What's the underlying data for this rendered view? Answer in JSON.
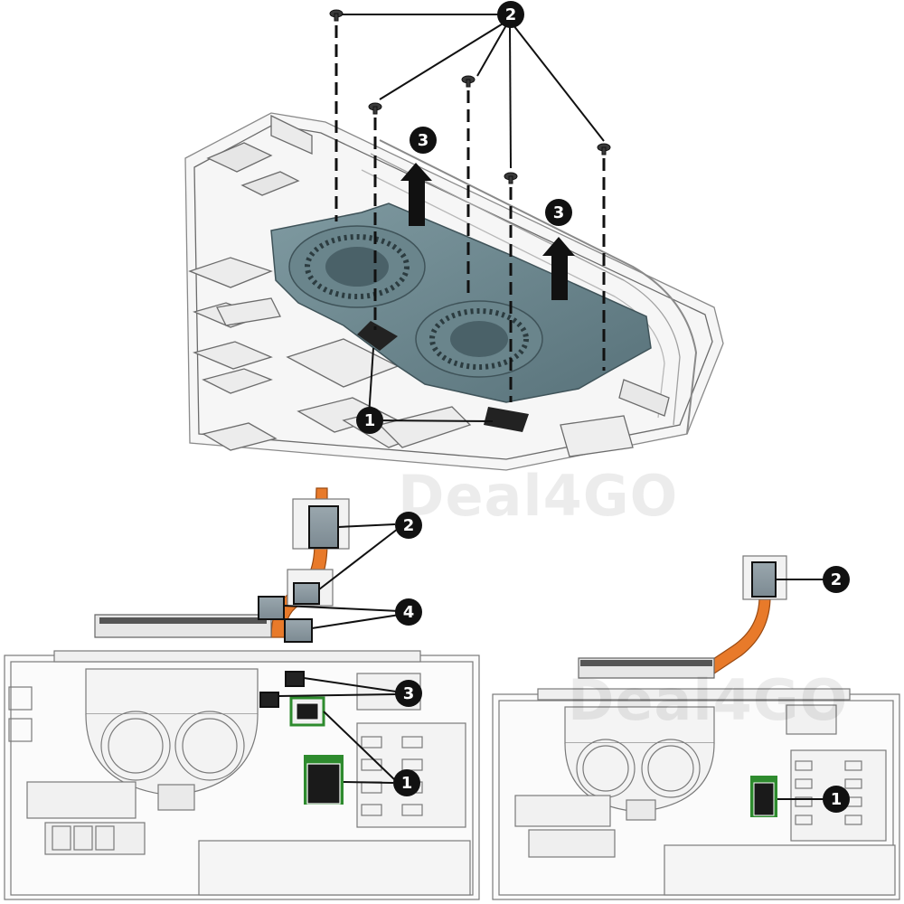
{
  "watermark": "Deal4GO",
  "callouts": {
    "top_screws": "2",
    "top_fan_lift_a": "3",
    "top_fan_lift_b": "3",
    "top_connectors": "1",
    "left_heat_sink_pads": "2",
    "left_pads_lower": "4",
    "left_board_pads": "3",
    "left_board_chip": "1",
    "right_heat_sink_pad": "2",
    "right_board_chip": "1"
  },
  "colors": {
    "fan": "#6f8b92",
    "heat_pipe": "#e87a2a",
    "pad": "#8d9ba3",
    "chip": "#1a1a1a",
    "chip_outline": "#2e8b2e",
    "line": "#111111"
  }
}
